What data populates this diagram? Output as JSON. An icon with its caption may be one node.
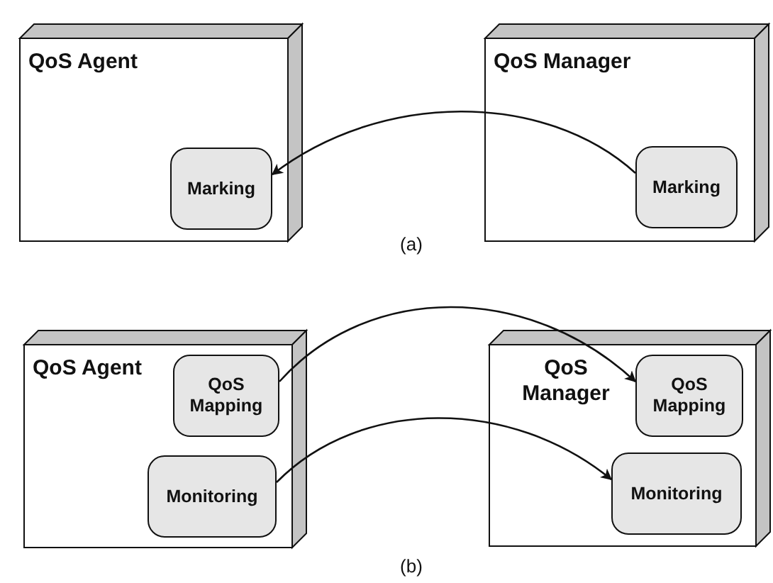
{
  "diagram": {
    "nodes": [
      {
        "text": [
          "QoS Agent"
        ]
      },
      {
        "text": [
          "Marking"
        ],
        "in": 0
      },
      {
        "text": [
          "QoS Manager"
        ]
      },
      {
        "text": [
          "Marking"
        ],
        "in": 2
      },
      {
        "text": [
          "QoS Agent"
        ]
      },
      {
        "text": [
          "QoS Mapping"
        ],
        "in": 4
      },
      {
        "text": [
          "Monitoring"
        ],
        "in": 4
      },
      {
        "text": [
          "QoS Manager"
        ]
      },
      {
        "text": [
          "QoS Mapping"
        ],
        "in": 7
      },
      {
        "text": [
          "Monitoring"
        ],
        "in": 7
      }
    ],
    "edges": [
      {
        "from": 3,
        "to": 1,
        "arrow": "to"
      },
      {
        "from": 5,
        "to": 8,
        "arrow": "to"
      },
      {
        "from": 6,
        "to": 9,
        "arrow": "to"
      }
    ],
    "labels": [
      "(a)",
      "(b)"
    ]
  }
}
